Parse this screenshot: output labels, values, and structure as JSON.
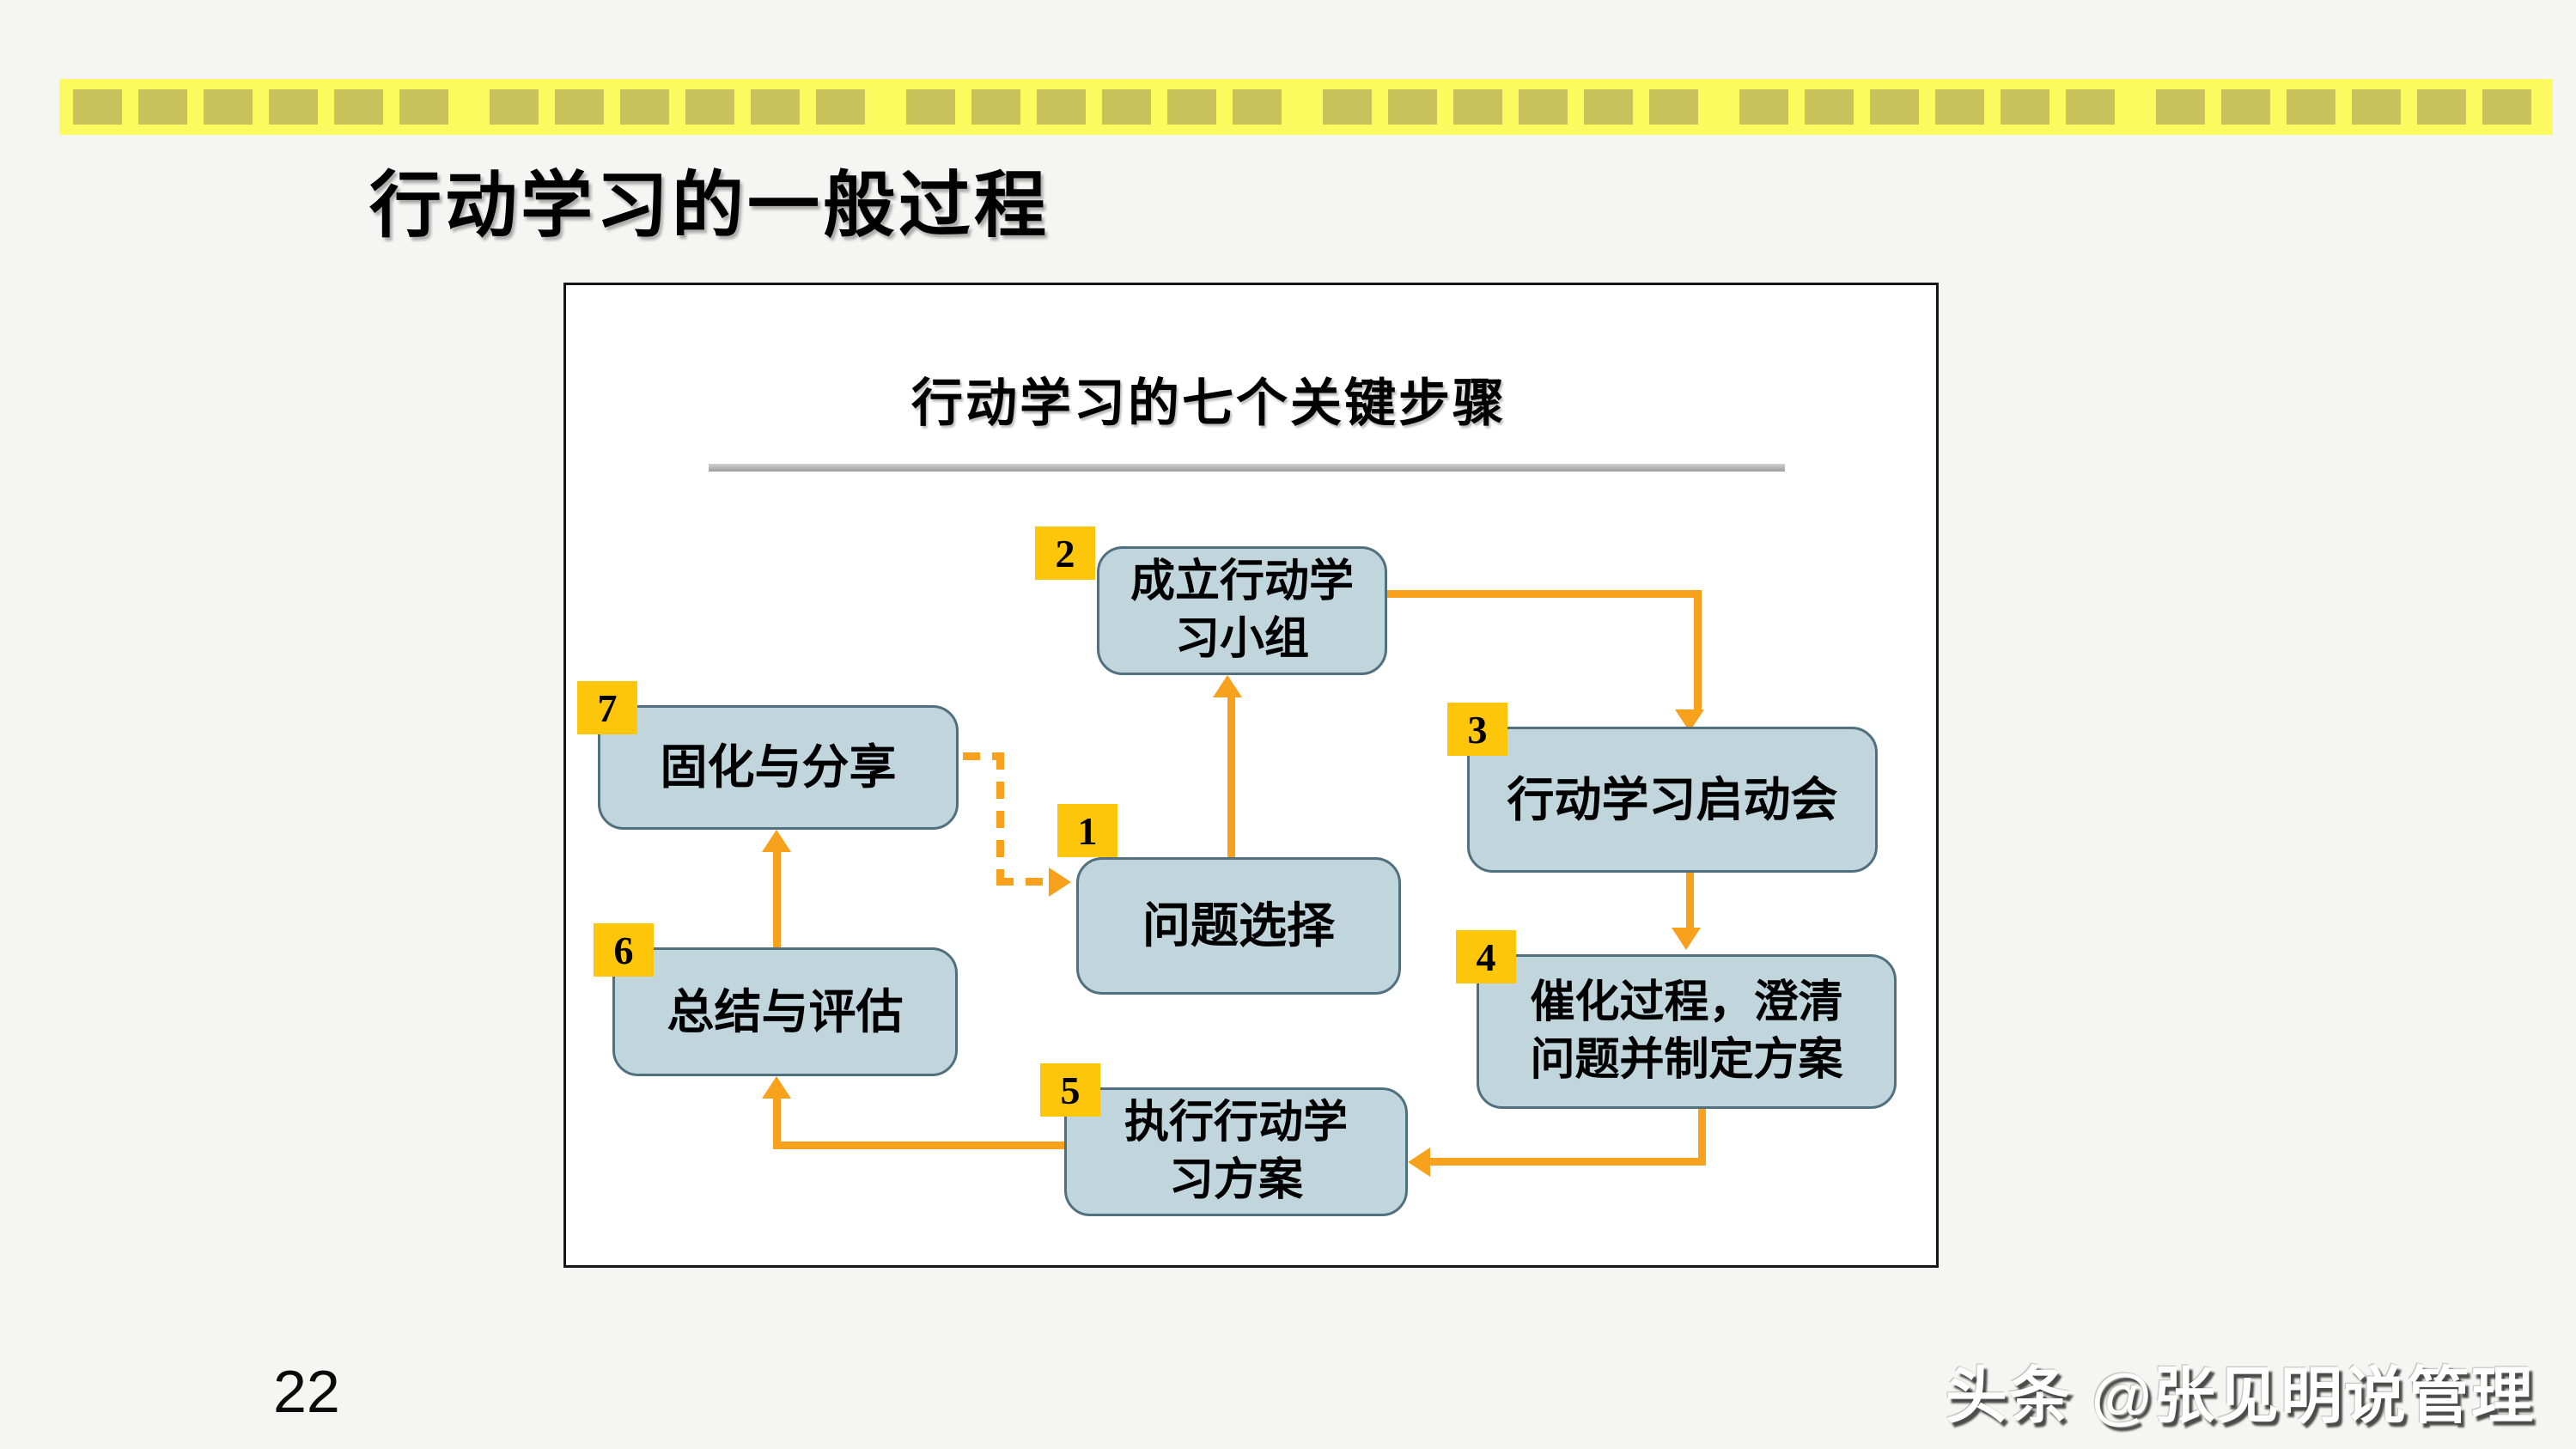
{
  "slide": {
    "title": "行动学习的一般过程",
    "page_number": "22",
    "watermark": "头条 @张见明说管理"
  },
  "diagram": {
    "title": "行动学习的七个关键步骤",
    "steps": [
      {
        "num": "1",
        "label": "问题选择"
      },
      {
        "num": "2",
        "label": "成立行动学\n习小组"
      },
      {
        "num": "3",
        "label": "行动学习启动会"
      },
      {
        "num": "4",
        "label": "催化过程，澄清\n问题并制定方案"
      },
      {
        "num": "5",
        "label": "执行行动学\n习方案"
      },
      {
        "num": "6",
        "label": "总结与评估"
      },
      {
        "num": "7",
        "label": "固化与分享"
      }
    ],
    "connections": [
      {
        "from": "1",
        "to": "2",
        "style": "solid"
      },
      {
        "from": "2",
        "to": "3",
        "style": "solid"
      },
      {
        "from": "3",
        "to": "4",
        "style": "solid"
      },
      {
        "from": "4",
        "to": "5",
        "style": "solid"
      },
      {
        "from": "5",
        "to": "6",
        "style": "solid"
      },
      {
        "from": "6",
        "to": "7",
        "style": "solid"
      },
      {
        "from": "7",
        "to": "1",
        "style": "dashed"
      }
    ]
  },
  "band": {
    "square_count": 38,
    "group_size": 6
  },
  "colors": {
    "arrow": "#F7A11C",
    "badge": "#FEC60A",
    "box_fill": "#C0D5DC",
    "box_border": "#51707F",
    "band_bg": "#FBFB60",
    "band_square": "#C9C25A",
    "divider": "#9D9D9D",
    "divider_light": "#CFCFCF"
  }
}
